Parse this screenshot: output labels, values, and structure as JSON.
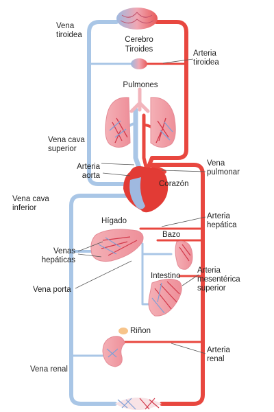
{
  "labels": {
    "vena_tiroidea": "Vena\ntiroidea",
    "cerebro": "Cerebro",
    "tiroides": "Tiroides",
    "arteria_tiroidea": "Arteria\ntiroidea",
    "pulmones": "Pulmones",
    "vena_cava_superior": "Vena cava\nsuperior",
    "arteria_aorta": "Arteria\naorta",
    "vena_pulmonar": "Vena\npulmonar",
    "corazon": "Corazón",
    "vena_cava_inferior": "Vena cava\ninferior",
    "higado": "Hígado",
    "arteria_hepatica": "Arteria\nhepática",
    "bazo": "Bazo",
    "venas_hepaticas": "Venas\nhepáticas",
    "intestino": "Intestino",
    "arteria_mesenterica_superior": "Arteria\nmesentérica\nsuperior",
    "vena_porta": "Vena porta",
    "rinon": "Riñon",
    "arteria_renal": "Arteria\nrenal",
    "vena_renal": "Vena renal"
  },
  "colors": {
    "venous": "#a9c6e6",
    "arterial": "#e8473f",
    "organ": "#f2a9ae",
    "leader": "#555555"
  }
}
